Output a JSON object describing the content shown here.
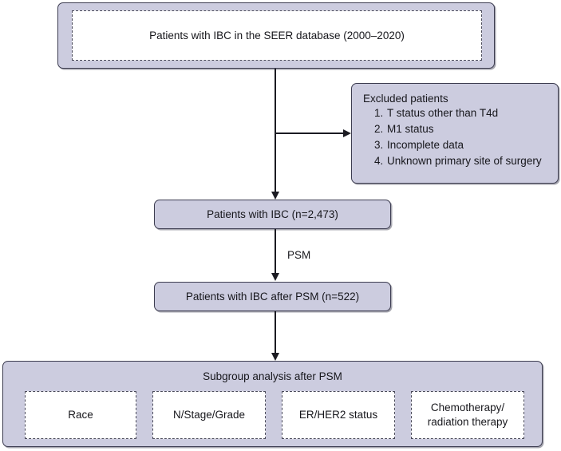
{
  "diagram": {
    "title_text": "Patients with IBC in the SEER database (2000–2020)",
    "colors": {
      "box_fill": "#ccccdf",
      "box_border": "#3c3c50",
      "dashed_border": "#4a4a5a",
      "connector": "#1b1b22",
      "text": "#17171c",
      "page_background": "#ffffff"
    }
  },
  "nodes": {
    "source_panel": {
      "inner_label": "Patients with IBC in the SEER database (2000–2020)"
    },
    "excluded": {
      "heading": "Excluded patients",
      "items": [
        "T status other than T4d",
        "M1 status",
        "Incomplete data",
        "Unknown primary site of surgery"
      ]
    },
    "cohort": {
      "label": "Patients with IBC (n=2,473)"
    },
    "cohort_after_psm": {
      "label": "Patients with IBC after PSM (n=522)"
    },
    "subgroup_panel": {
      "title": "Subgroup analysis after PSM",
      "groups": [
        {
          "label": "Race"
        },
        {
          "label": "N/Stage/Grade"
        },
        {
          "label": "ER/HER2 status"
        },
        {
          "label": "Chemotherapy/\nradiation therapy"
        }
      ]
    }
  },
  "edges": {
    "psm_label": "PSM"
  }
}
